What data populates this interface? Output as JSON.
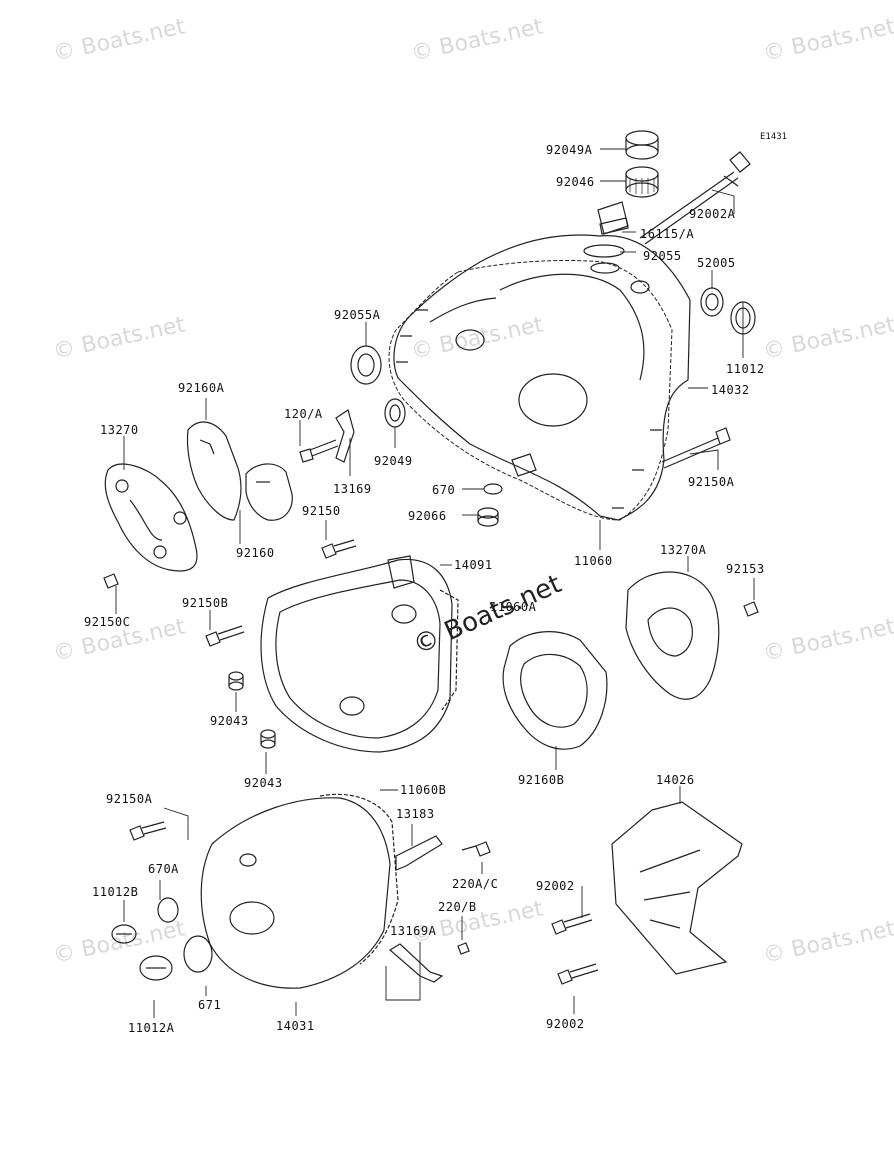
{
  "diagram_tag": "E1431",
  "watermark": "© Boats.net",
  "part_labels": [
    "92049A",
    "92046",
    "92002A",
    "16115/A",
    "92055",
    "52005",
    "92055A",
    "11012",
    "14032",
    "92160A",
    "120/A",
    "13270",
    "92049",
    "92150A",
    "13169",
    "670",
    "92066",
    "11060",
    "92160",
    "92150",
    "14091",
    "13270A",
    "92153",
    "92150B",
    "11060A",
    "92150C",
    "92043",
    "92043",
    "92160B",
    "14026",
    "92150A",
    "11060B",
    "13183",
    "670A",
    "220A/C",
    "11012B",
    "220/B",
    "92002",
    "13169A",
    "671",
    "92002",
    "11012A",
    "14031"
  ]
}
